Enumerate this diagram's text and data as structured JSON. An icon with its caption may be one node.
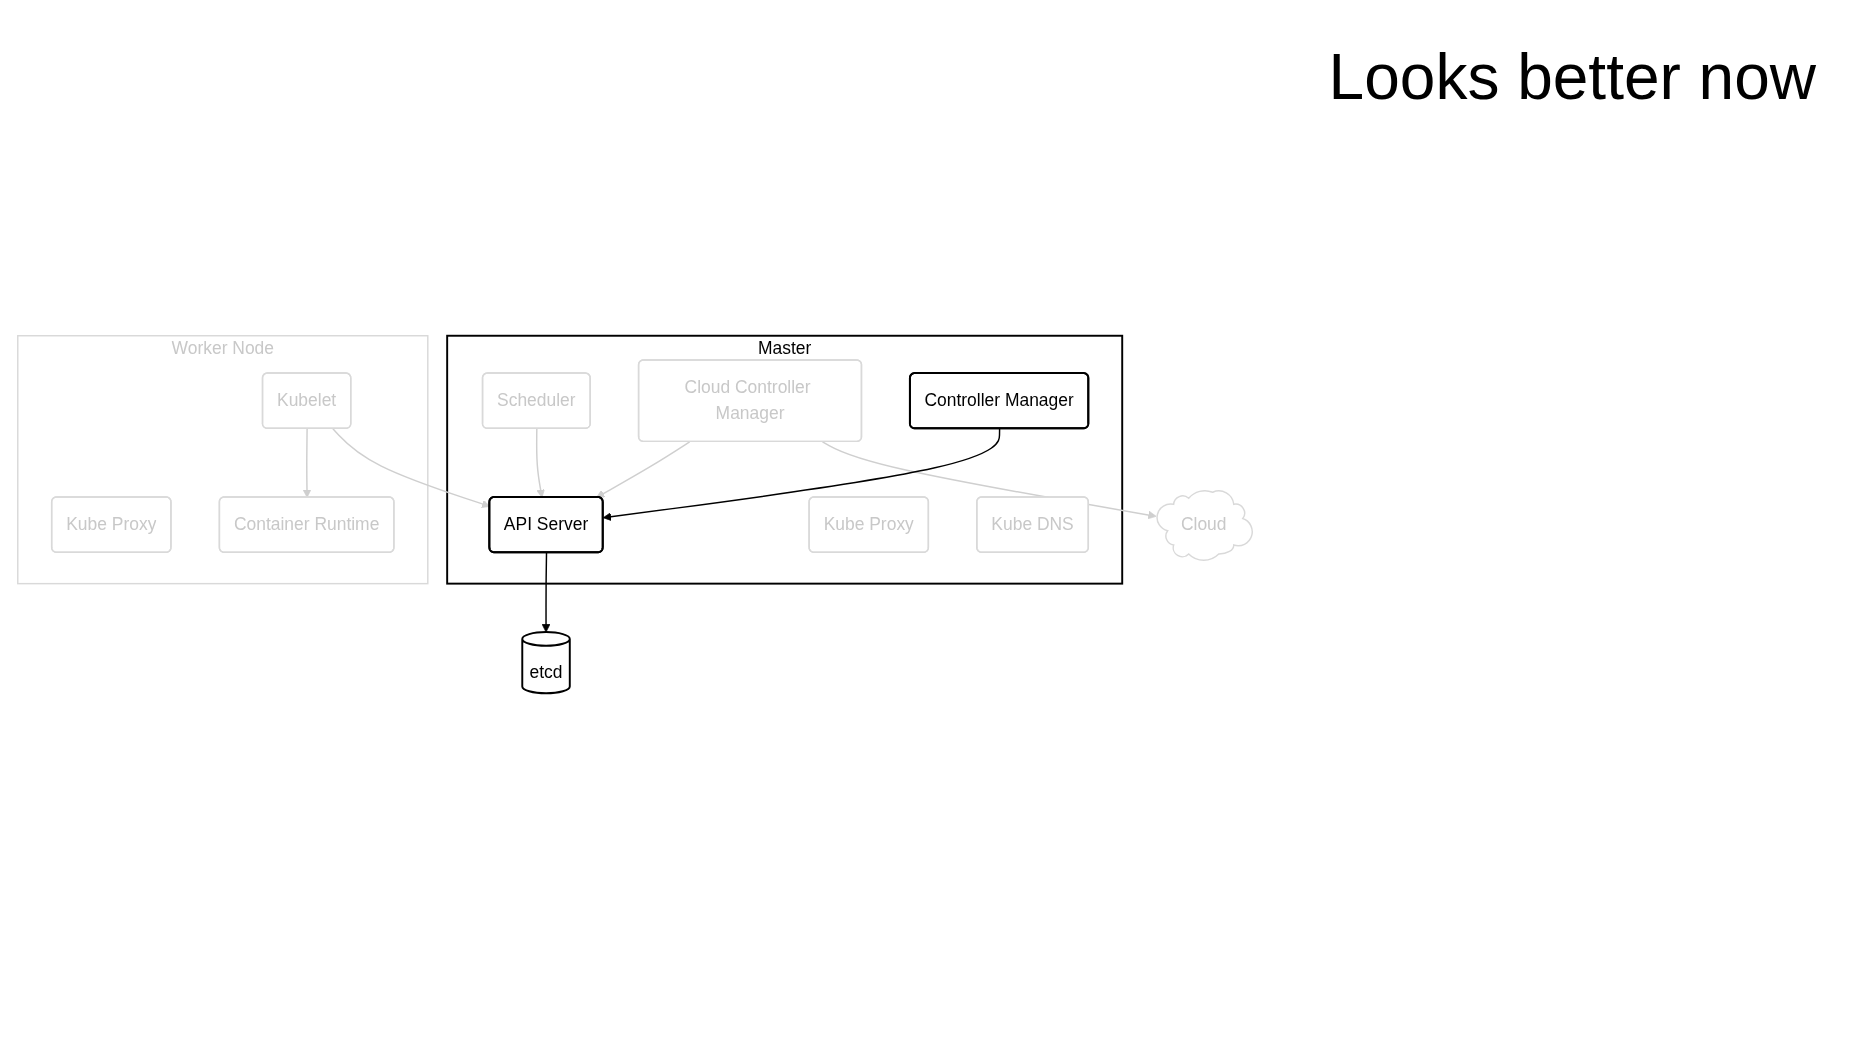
{
  "diagram": {
    "title": "Looks better now",
    "nodes": [
      {
        "text": [
          "Cloud"
        ]
      },
      {
        "text": [
          "Master"
        ]
      },
      {
        "text": [
          "Scheduler"
        ],
        "in": 1
      },
      {
        "text": [
          "Cloud Controller Manager"
        ],
        "in": 1
      },
      {
        "text": [
          "API Server"
        ],
        "in": 1
      },
      {
        "text": [
          "Kube Proxy"
        ],
        "in": 1
      },
      {
        "text": [
          "Controller Manager"
        ],
        "in": 1
      },
      {
        "text": [
          "Kube DNS"
        ],
        "in": 1
      },
      {
        "text": [
          "etcd"
        ]
      },
      {
        "text": [
          "Worker Node"
        ]
      },
      {
        "text": [
          "Kubelet"
        ],
        "in": 9
      },
      {
        "text": [
          "Kube Proxy"
        ],
        "in": 9
      },
      {
        "text": [
          "Container Runtime"
        ],
        "in": 9
      }
    ],
    "edges": [
      {
        "from": 3,
        "to": 0,
        "arrow": "to"
      },
      {
        "from": 2,
        "to": 4,
        "arrow": "to"
      },
      {
        "from": 3,
        "to": 4,
        "arrow": "to"
      },
      {
        "from": 10,
        "to": 4,
        "arrow": "to"
      },
      {
        "from": 6,
        "to": 4,
        "arrow": "to",
        "color": "#000000"
      },
      {
        "from": 4,
        "to": 8,
        "arrow": "to",
        "color": "#000000"
      },
      {
        "from": 10,
        "to": 12,
        "arrow": "to"
      }
    ]
  }
}
